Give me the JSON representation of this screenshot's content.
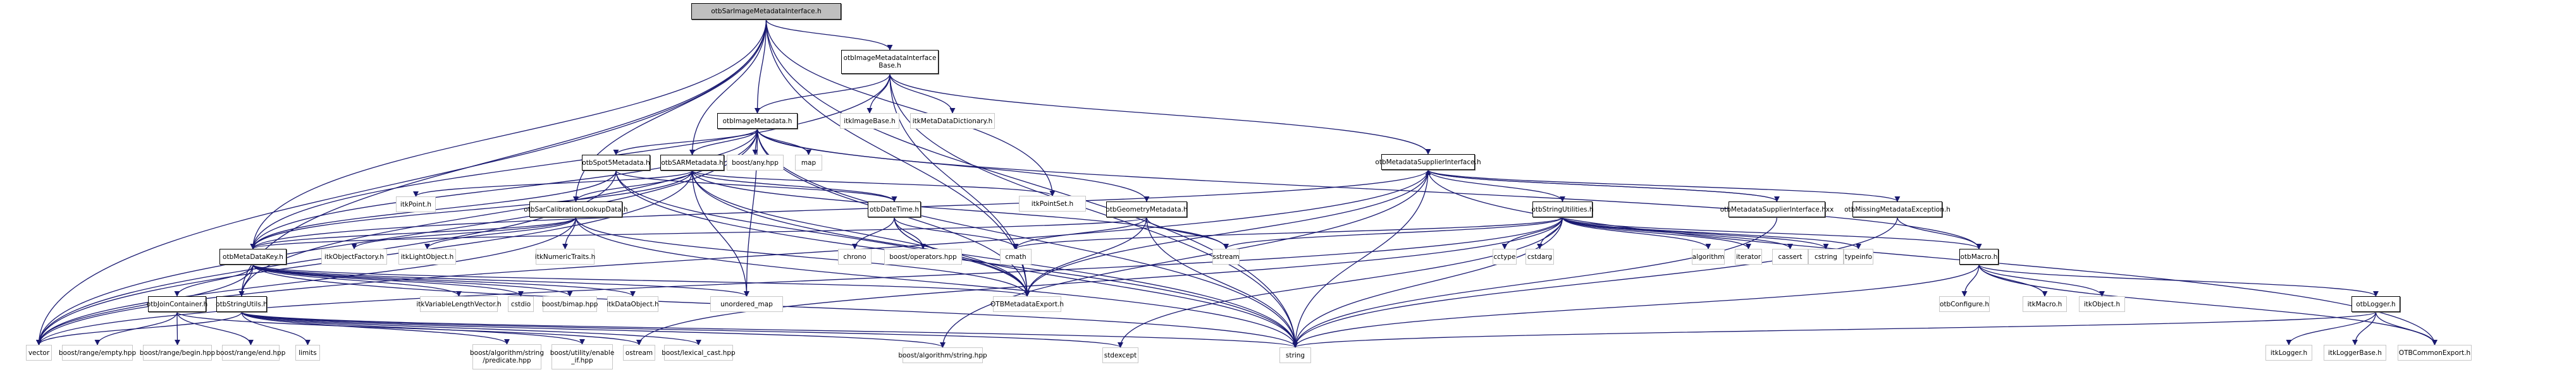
{
  "graph": {
    "title": "otbSarImageMetadataInterface.h include dependency graph",
    "edge_color": "#191970",
    "root_fill": "#bfbfbf",
    "local_border": "#000000",
    "external_border": "#c8c8c8",
    "nodes": [
      {
        "id": "root",
        "label": "otbSarImageMetadataInterface.h",
        "kind": "root"
      },
      {
        "id": "imibase",
        "label": "otbImageMetadataInterface\nBase.h",
        "kind": "local"
      },
      {
        "id": "imagemetadata",
        "label": "otbImageMetadata.h",
        "kind": "local"
      },
      {
        "id": "itkimagebase",
        "label": "itkImageBase.h",
        "kind": "external"
      },
      {
        "id": "itkmetadict",
        "label": "itkMetaDataDictionary.h",
        "kind": "external"
      },
      {
        "id": "spot5",
        "label": "otbSpot5Metadata.h",
        "kind": "local"
      },
      {
        "id": "sarmetadata",
        "label": "otbSARMetadata.h",
        "kind": "local"
      },
      {
        "id": "boostany",
        "label": "boost/any.hpp",
        "kind": "external"
      },
      {
        "id": "map",
        "label": "map",
        "kind": "external"
      },
      {
        "id": "mdsupplier",
        "label": "otbMetadataSupplierInterface.h",
        "kind": "local"
      },
      {
        "id": "itkpoint",
        "label": "itkPoint.h",
        "kind": "external"
      },
      {
        "id": "itkpointset",
        "label": "itkPointSet.h",
        "kind": "external"
      },
      {
        "id": "sarcal",
        "label": "otbSarCalibrationLookupData.h",
        "kind": "local"
      },
      {
        "id": "datetime",
        "label": "otbDateTime.h",
        "kind": "local"
      },
      {
        "id": "geometry",
        "label": "otbGeometryMetadata.h",
        "kind": "local"
      },
      {
        "id": "strutilities",
        "label": "otbStringUtilities.h",
        "kind": "local"
      },
      {
        "id": "mdsupplierhxx",
        "label": "otbMetadataSupplierInterface.hxx",
        "kind": "local"
      },
      {
        "id": "missingmd",
        "label": "otbMissingMetadataException.h",
        "kind": "local"
      },
      {
        "id": "metadatakey",
        "label": "otbMetaDataKey.h",
        "kind": "local"
      },
      {
        "id": "itkobjfactory",
        "label": "itkObjectFactory.h",
        "kind": "external"
      },
      {
        "id": "itklightobject",
        "label": "itkLightObject.h",
        "kind": "external"
      },
      {
        "id": "itknumtraits",
        "label": "itkNumericTraits.h",
        "kind": "external"
      },
      {
        "id": "chrono",
        "label": "chrono",
        "kind": "external"
      },
      {
        "id": "boostoperators",
        "label": "boost/operators.hpp",
        "kind": "external"
      },
      {
        "id": "cmath",
        "label": "cmath",
        "kind": "external"
      },
      {
        "id": "sstream",
        "label": "sstream",
        "kind": "external"
      },
      {
        "id": "cctype",
        "label": "cctype",
        "kind": "external"
      },
      {
        "id": "cstdarg",
        "label": "cstdarg",
        "kind": "external"
      },
      {
        "id": "algorithm",
        "label": "algorithm",
        "kind": "external"
      },
      {
        "id": "iterator",
        "label": "iterator",
        "kind": "external"
      },
      {
        "id": "cassert",
        "label": "cassert",
        "kind": "external"
      },
      {
        "id": "cstring",
        "label": "cstring",
        "kind": "external"
      },
      {
        "id": "typeinfo",
        "label": "typeinfo",
        "kind": "external"
      },
      {
        "id": "otbmacro",
        "label": "otbMacro.h",
        "kind": "local"
      },
      {
        "id": "joincontainer",
        "label": "otbJoinContainer.h",
        "kind": "local"
      },
      {
        "id": "stringutils",
        "label": "otbStringUtils.h",
        "kind": "local"
      },
      {
        "id": "itkvlv",
        "label": "itkVariableLengthVector.h",
        "kind": "external"
      },
      {
        "id": "cstdio",
        "label": "cstdio",
        "kind": "external"
      },
      {
        "id": "boostbimap",
        "label": "boost/bimap.hpp",
        "kind": "external"
      },
      {
        "id": "itkdataobject",
        "label": "itkDataObject.h",
        "kind": "external"
      },
      {
        "id": "unorderedmap",
        "label": "unordered_map",
        "kind": "external"
      },
      {
        "id": "otbmdexport",
        "label": "OTBMetadataExport.h",
        "kind": "external"
      },
      {
        "id": "otbconfigure",
        "label": "otbConfigure.h",
        "kind": "external"
      },
      {
        "id": "itkmacro",
        "label": "itkMacro.h",
        "kind": "external"
      },
      {
        "id": "itkobject",
        "label": "itkObject.h",
        "kind": "external"
      },
      {
        "id": "otblogger",
        "label": "otbLogger.h",
        "kind": "local"
      },
      {
        "id": "vector",
        "label": "vector",
        "kind": "external"
      },
      {
        "id": "rangeempty",
        "label": "boost/range/empty.hpp",
        "kind": "external"
      },
      {
        "id": "rangebegin",
        "label": "boost/range/begin.hpp",
        "kind": "external"
      },
      {
        "id": "rangeend",
        "label": "boost/range/end.hpp",
        "kind": "external"
      },
      {
        "id": "limits",
        "label": "limits",
        "kind": "external"
      },
      {
        "id": "predicate",
        "label": "boost/algorithm/string\n/predicate.hpp",
        "kind": "external"
      },
      {
        "id": "enableif",
        "label": "boost/utility/enable\n_if.hpp",
        "kind": "external"
      },
      {
        "id": "ostream",
        "label": "ostream",
        "kind": "external"
      },
      {
        "id": "lexicalcast",
        "label": "boost/lexical_cast.hpp",
        "kind": "external"
      },
      {
        "id": "algostring",
        "label": "boost/algorithm/string.hpp",
        "kind": "external"
      },
      {
        "id": "stdexcept",
        "label": "stdexcept",
        "kind": "external"
      },
      {
        "id": "string",
        "label": "string",
        "kind": "external"
      },
      {
        "id": "itklogger",
        "label": "itkLogger.h",
        "kind": "external"
      },
      {
        "id": "itkloggerbase",
        "label": "itkLoggerBase.h",
        "kind": "external"
      },
      {
        "id": "otbcommonexport",
        "label": "OTBCommonExport.h",
        "kind": "external"
      }
    ],
    "edges": [
      [
        "root",
        "imibase"
      ],
      [
        "root",
        "imagemetadata"
      ],
      [
        "root",
        "sarmetadata"
      ],
      [
        "root",
        "sarcal"
      ],
      [
        "root",
        "metadatakey"
      ],
      [
        "root",
        "stringutils"
      ],
      [
        "root",
        "vector"
      ],
      [
        "root",
        "string"
      ],
      [
        "root",
        "itkpointset"
      ],
      [
        "root",
        "otbmdexport"
      ],
      [
        "imibase",
        "itkimagebase"
      ],
      [
        "imibase",
        "itkmetadict"
      ],
      [
        "imibase",
        "imagemetadata"
      ],
      [
        "imibase",
        "mdsupplier"
      ],
      [
        "imibase",
        "otbmdexport"
      ],
      [
        "imibase",
        "metadatakey"
      ],
      [
        "imibase",
        "string"
      ],
      [
        "imagemetadata",
        "spot5"
      ],
      [
        "imagemetadata",
        "sarmetadata"
      ],
      [
        "imagemetadata",
        "boostany"
      ],
      [
        "imagemetadata",
        "map"
      ],
      [
        "imagemetadata",
        "geometry"
      ],
      [
        "imagemetadata",
        "metadatakey"
      ],
      [
        "imagemetadata",
        "otbmacro"
      ],
      [
        "imagemetadata",
        "vector"
      ],
      [
        "imagemetadata",
        "string"
      ],
      [
        "imagemetadata",
        "otbmdexport"
      ],
      [
        "imagemetadata",
        "unorderedmap"
      ],
      [
        "imagemetadata",
        "stringutils"
      ],
      [
        "spot5",
        "metadatakey"
      ],
      [
        "spot5",
        "datetime"
      ],
      [
        "spot5",
        "vector"
      ],
      [
        "spot5",
        "otbmdexport"
      ],
      [
        "spot5",
        "string"
      ],
      [
        "sarmetadata",
        "sarcal"
      ],
      [
        "sarmetadata",
        "datetime"
      ],
      [
        "sarmetadata",
        "itkpoint"
      ],
      [
        "sarmetadata",
        "itkpointset"
      ],
      [
        "sarmetadata",
        "metadatakey"
      ],
      [
        "sarmetadata",
        "vector"
      ],
      [
        "sarmetadata",
        "string"
      ],
      [
        "sarmetadata",
        "otbmdexport"
      ],
      [
        "sarmetadata",
        "sstream"
      ],
      [
        "sarmetadata",
        "unorderedmap"
      ],
      [
        "mdsupplier",
        "strutilities"
      ],
      [
        "mdsupplier",
        "mdsupplierhxx"
      ],
      [
        "mdsupplier",
        "missingmd"
      ],
      [
        "mdsupplier",
        "metadatakey"
      ],
      [
        "mdsupplier",
        "otbmdexport"
      ],
      [
        "mdsupplier",
        "string"
      ],
      [
        "mdsupplier",
        "vector"
      ],
      [
        "mdsupplier",
        "algostring"
      ],
      [
        "mdsupplier",
        "otbcommonexport"
      ],
      [
        "sarcal",
        "itkobjfactory"
      ],
      [
        "sarcal",
        "itklightobject"
      ],
      [
        "sarcal",
        "itknumtraits"
      ],
      [
        "sarcal",
        "metadatakey"
      ],
      [
        "sarcal",
        "otbmdexport"
      ],
      [
        "sarcal",
        "string"
      ],
      [
        "sarcal",
        "vector"
      ],
      [
        "datetime",
        "chrono"
      ],
      [
        "datetime",
        "boostoperators"
      ],
      [
        "datetime",
        "cmath"
      ],
      [
        "datetime",
        "otbmdexport"
      ],
      [
        "datetime",
        "string"
      ],
      [
        "geometry",
        "sstream"
      ],
      [
        "geometry",
        "otbmdexport"
      ],
      [
        "geometry",
        "string"
      ],
      [
        "geometry",
        "metadatakey"
      ],
      [
        "geometry",
        "cmath"
      ],
      [
        "strutilities",
        "cctype"
      ],
      [
        "strutilities",
        "cstdarg"
      ],
      [
        "strutilities",
        "algorithm"
      ],
      [
        "strutilities",
        "iterator"
      ],
      [
        "strutilities",
        "cassert"
      ],
      [
        "strutilities",
        "cstring"
      ],
      [
        "strutilities",
        "typeinfo"
      ],
      [
        "strutilities",
        "otbmacro"
      ],
      [
        "strutilities",
        "sstream"
      ],
      [
        "strutilities",
        "string"
      ],
      [
        "strutilities",
        "stdexcept"
      ],
      [
        "strutilities",
        "ostream"
      ],
      [
        "strutilities",
        "vector"
      ],
      [
        "strutilities",
        "cmath"
      ],
      [
        "mdsupplierhxx",
        "mdsupplier"
      ],
      [
        "mdsupplierhxx",
        "string"
      ],
      [
        "missingmd",
        "otbmacro"
      ],
      [
        "missingmd",
        "string"
      ],
      [
        "metadatakey",
        "joincontainer"
      ],
      [
        "metadatakey",
        "stringutils"
      ],
      [
        "metadatakey",
        "itkvlv"
      ],
      [
        "metadatakey",
        "cstdio"
      ],
      [
        "metadatakey",
        "boostbimap"
      ],
      [
        "metadatakey",
        "itkdataobject"
      ],
      [
        "metadatakey",
        "unorderedmap"
      ],
      [
        "metadatakey",
        "otbmdexport"
      ],
      [
        "metadatakey",
        "vector"
      ],
      [
        "metadatakey",
        "string"
      ],
      [
        "joincontainer",
        "rangeempty"
      ],
      [
        "joincontainer",
        "rangebegin"
      ],
      [
        "joincontainer",
        "rangeend"
      ],
      [
        "joincontainer",
        "ostream"
      ],
      [
        "stringutils",
        "vector"
      ],
      [
        "stringutils",
        "limits"
      ],
      [
        "stringutils",
        "predicate"
      ],
      [
        "stringutils",
        "enableif"
      ],
      [
        "stringutils",
        "lexicalcast"
      ],
      [
        "stringutils",
        "algostring"
      ],
      [
        "stringutils",
        "stdexcept"
      ],
      [
        "stringutils",
        "string"
      ],
      [
        "otbmacro",
        "otbconfigure"
      ],
      [
        "otbmacro",
        "itkmacro"
      ],
      [
        "otbmacro",
        "itkobject"
      ],
      [
        "otbmacro",
        "otblogger"
      ],
      [
        "otbmacro",
        "otbcommonexport"
      ],
      [
        "otbmacro",
        "string"
      ],
      [
        "otblogger",
        "itklogger"
      ],
      [
        "otblogger",
        "itkloggerbase"
      ],
      [
        "otblogger",
        "otbcommonexport"
      ],
      [
        "otblogger",
        "string"
      ]
    ]
  }
}
